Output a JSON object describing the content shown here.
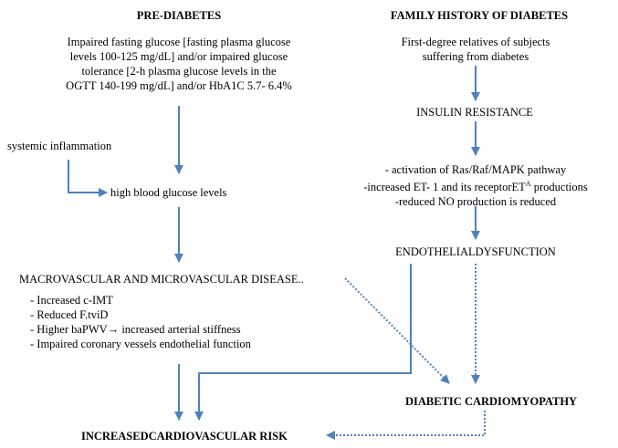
{
  "left": {
    "heading": "PRE-DIABETES",
    "criteria": [
      "Impaired fasting glucose [fasting plasma glucose",
      "levels 100-125 mg/dL] and/or impaired glucose",
      "tolerance [2-h plasma glucose levels in the",
      "OGTT 140-199 mg/dL] and/or HbA1C 5.7- 6.4%"
    ],
    "inflammation": "systemic inflammation",
    "glucose": "high blood glucose levels",
    "disease": "MACROVASCULAR AND MICROVASCULAR DISEASE..",
    "findings": [
      "- Increased c-IMT",
      "- Reduced F.tviD",
      "- Higher baPWV→ increased arterial stiffness",
      "- Impaired coronary vessels endothelial function"
    ]
  },
  "right": {
    "heading": "FAMILY HISTORY OF DIABETES",
    "relatives": [
      "First-degree relatives of subjects",
      "suffering from diabetes"
    ],
    "resistance": "INSULIN RESISTANCE",
    "mechanisms": [
      "- activation of Ras/Raf/MAPK pathway",
      "-increased ET- 1 and its receptorET",
      "-reduced NO production is reduced"
    ],
    "mechanism_superscript": "A",
    "mechanism_suffix": " productions",
    "dysfunction": "ENDOTHELIALDYSFUNCTION",
    "cardiomyopathy": "DIABETIC CARDIOMYOPATHY"
  },
  "outcome": "INCREASEDCARDIOVASCULAR RISK",
  "colors": {
    "arrow": "#4f81bd",
    "text": "#000000"
  }
}
